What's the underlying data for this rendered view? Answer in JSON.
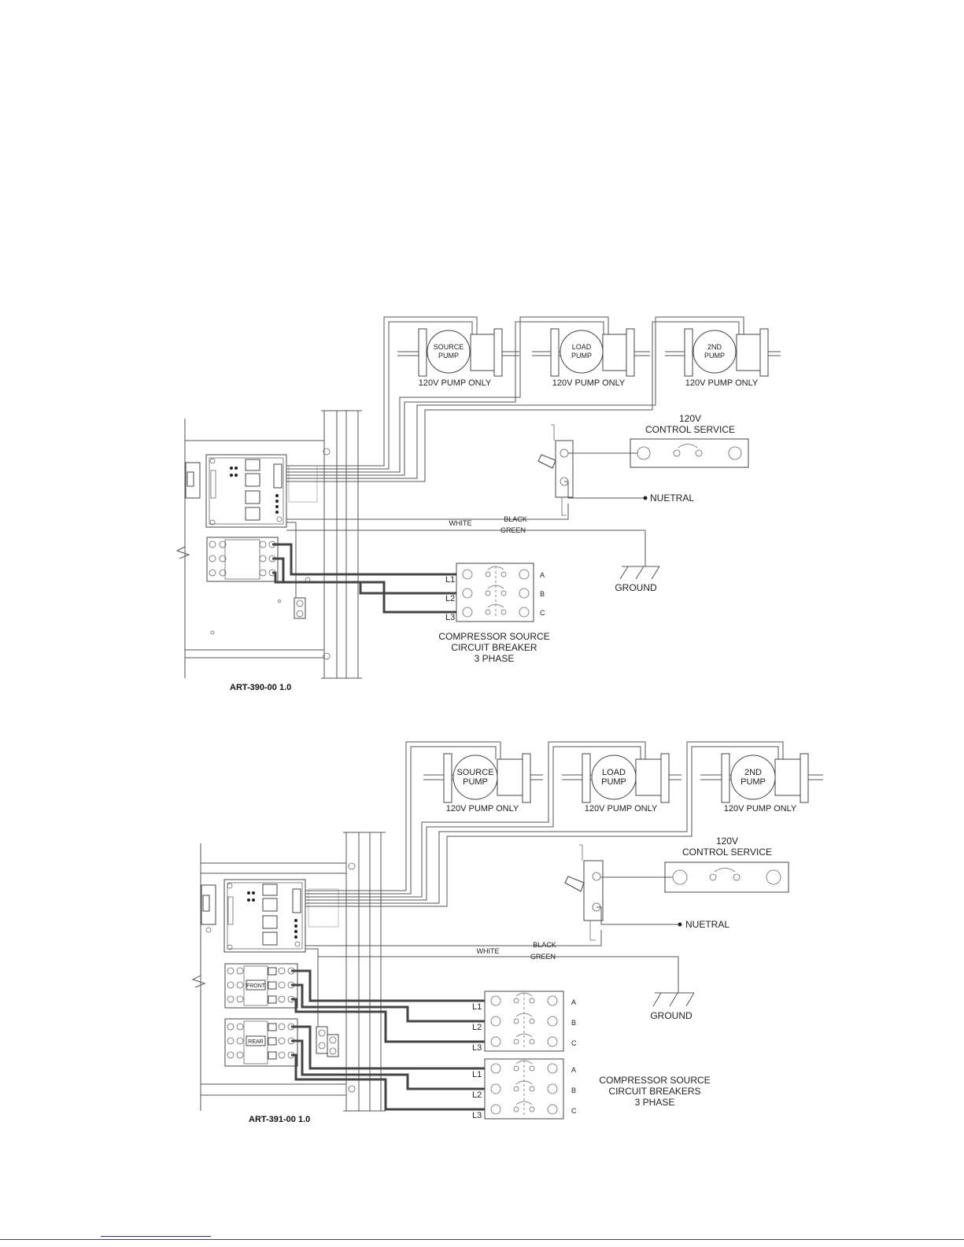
{
  "diagrams": [
    {
      "pumps": [
        {
          "line1": "SOURCE",
          "line2": "PUMP",
          "caption": "120V  PUMP  ONLY"
        },
        {
          "line1": "LOAD",
          "line2": "PUMP",
          "caption": "120V  PUMP  ONLY"
        },
        {
          "line1": "2ND",
          "line2": "PUMP",
          "caption": "120V  PUMP  ONLY"
        }
      ],
      "control_service": {
        "line1": "120V",
        "line2": "CONTROL  SERVICE"
      },
      "neutral_label": "NUETRAL",
      "ground_label": "GROUND",
      "wire_labels": {
        "black": "BLACK",
        "white": "WHITE",
        "green": "GREEN"
      },
      "breaker_lines": [
        "L1",
        "L2",
        "L3"
      ],
      "breaker_phases": [
        "A",
        "B",
        "C"
      ],
      "breaker_caption": [
        "COMPRESSOR  SOURCE",
        "CIRCUIT  BREAKER",
        "3  PHASE"
      ],
      "art_id": "ART-390-00 1.0"
    },
    {
      "pumps": [
        {
          "line1": "SOURCE",
          "line2": "PUMP",
          "caption": "120V  PUMP  ONLY"
        },
        {
          "line1": "LOAD",
          "line2": "PUMP",
          "caption": "120V  PUMP  ONLY"
        },
        {
          "line1": "2ND",
          "line2": "PUMP",
          "caption": "120V  PUMP  ONLY"
        }
      ],
      "control_service": {
        "line1": "120V",
        "line2": "CONTROL  SERVICE"
      },
      "neutral_label": "NUETRAL",
      "ground_label": "GROUND",
      "wire_labels": {
        "black": "BLACK",
        "white": "WHITE",
        "green": "GREEN"
      },
      "breaker_lines": [
        "L1",
        "L2",
        "L3"
      ],
      "breaker_phases": [
        "A",
        "B",
        "C"
      ],
      "contactor_labels": [
        "FRONT",
        "REAR"
      ],
      "breaker_caption": [
        "COMPRESSOR  SOURCE",
        "CIRCUIT  BREAKERS",
        "3  PHASE"
      ],
      "art_id": "ART-391-00 1.0"
    }
  ]
}
